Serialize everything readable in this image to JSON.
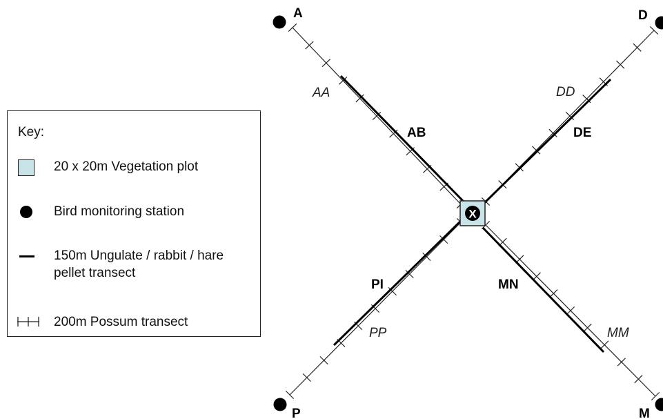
{
  "key": {
    "title": "Key:",
    "items": [
      {
        "icon": "vegetation-plot-square-icon",
        "label": "20 x 20m Vegetation plot"
      },
      {
        "icon": "bird-station-dot-icon",
        "label": "Bird monitoring station"
      },
      {
        "icon": "pellet-transect-line-icon",
        "label_line1": "150m Ungulate / rabbit / hare",
        "label_line2": "pellet transect"
      },
      {
        "icon": "possum-transect-ladder-icon",
        "label": "200m Possum transect"
      }
    ]
  },
  "diagram": {
    "center_label": "X",
    "stations": {
      "a": "A",
      "d": "D",
      "p": "P",
      "m": "M"
    },
    "possum_transects": {
      "aa": "AA",
      "dd": "DD",
      "pp": "PP",
      "mm": "MM"
    },
    "pellet_transects": {
      "ab": "AB",
      "de": "DE",
      "pi": "PI",
      "mn": "MN"
    },
    "colors": {
      "plot_fill": "#c8e4e8",
      "ink": "#000000"
    }
  }
}
